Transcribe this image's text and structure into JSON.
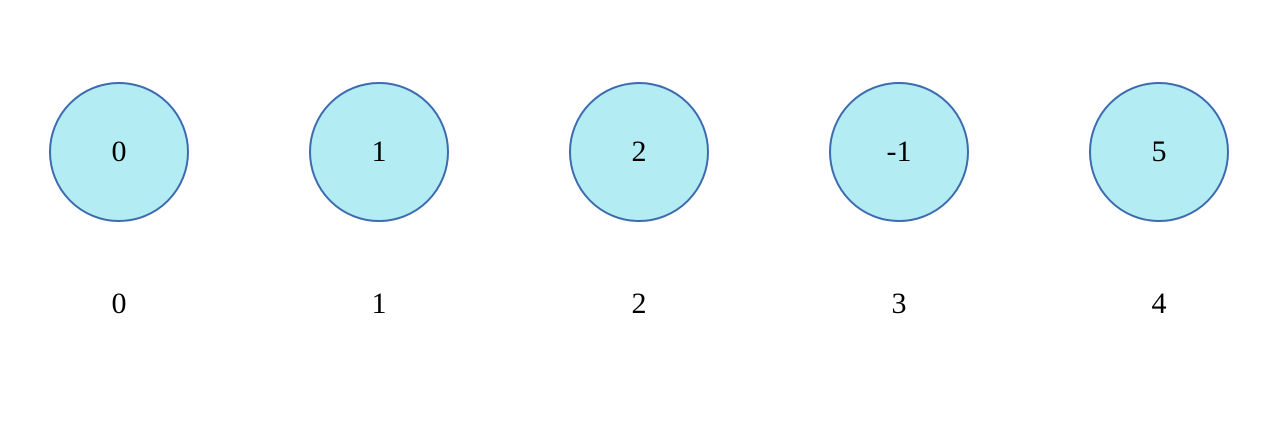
{
  "array": {
    "values": [
      "0",
      "1",
      "2",
      "-1",
      "5"
    ],
    "indices": [
      "0",
      "1",
      "2",
      "3",
      "4"
    ]
  },
  "colors": {
    "node_fill": "#b3ecf2",
    "node_stroke": "#3d6bb0",
    "text": "#000000"
  }
}
